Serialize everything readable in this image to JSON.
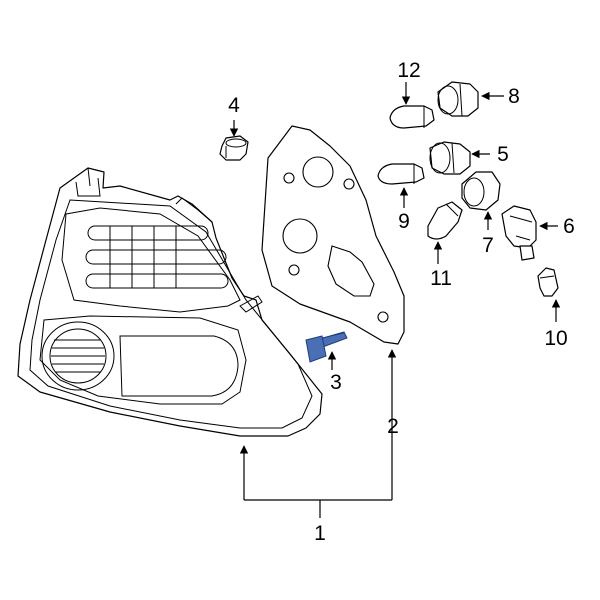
{
  "diagram": {
    "highlight_color": "#4a6fb5",
    "callouts": [
      {
        "id": "1",
        "label": "1"
      },
      {
        "id": "2",
        "label": "2"
      },
      {
        "id": "3",
        "label": "3"
      },
      {
        "id": "4",
        "label": "4"
      },
      {
        "id": "5",
        "label": "5"
      },
      {
        "id": "6",
        "label": "6"
      },
      {
        "id": "7",
        "label": "7"
      },
      {
        "id": "8",
        "label": "8"
      },
      {
        "id": "9",
        "label": "9"
      },
      {
        "id": "10",
        "label": "10"
      },
      {
        "id": "11",
        "label": "11"
      },
      {
        "id": "12",
        "label": "12"
      }
    ]
  }
}
